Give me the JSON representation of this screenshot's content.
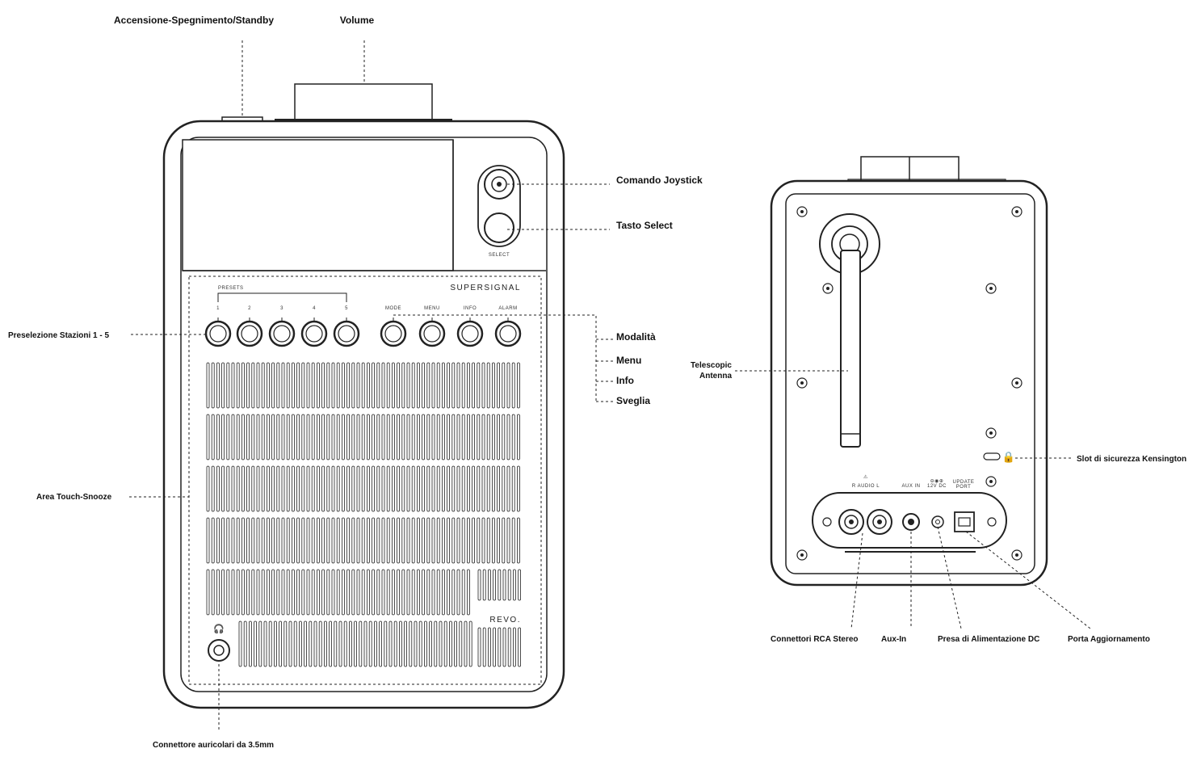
{
  "front": {
    "callouts": {
      "power": "Accensione-Spegnimento/Standby",
      "volume": "Volume",
      "joystick": "Comando Joystick",
      "select": "Tasto Select",
      "presets": "Preselezione Stazioni 1 - 5",
      "mode": "Modalità",
      "menu": "Menu",
      "info": "Info",
      "alarm": "Sveglia",
      "snooze": "Area Touch-Snooze",
      "headphone": "Connettore auricolari da 3.5mm"
    },
    "device": {
      "brand_top": "SUPERSIGNAL",
      "brand_bottom": "REVO.",
      "select_label": "SELECT",
      "presets_label": "PRESETS",
      "preset_numbers": [
        "1",
        "2",
        "3",
        "4",
        "5"
      ],
      "function_buttons": [
        "MODE",
        "MENU",
        "INFO",
        "ALARM"
      ]
    }
  },
  "back": {
    "callouts": {
      "antenna_line1": "Telescopic",
      "antenna_line2": "Antenna",
      "kensington": "Slot di sicurezza Kensington",
      "rca": "Connettori RCA Stereo",
      "aux": "Aux-In",
      "dc": "Presa di Alimentazione DC",
      "update": "Porta Aggiornamento"
    }
  }
}
